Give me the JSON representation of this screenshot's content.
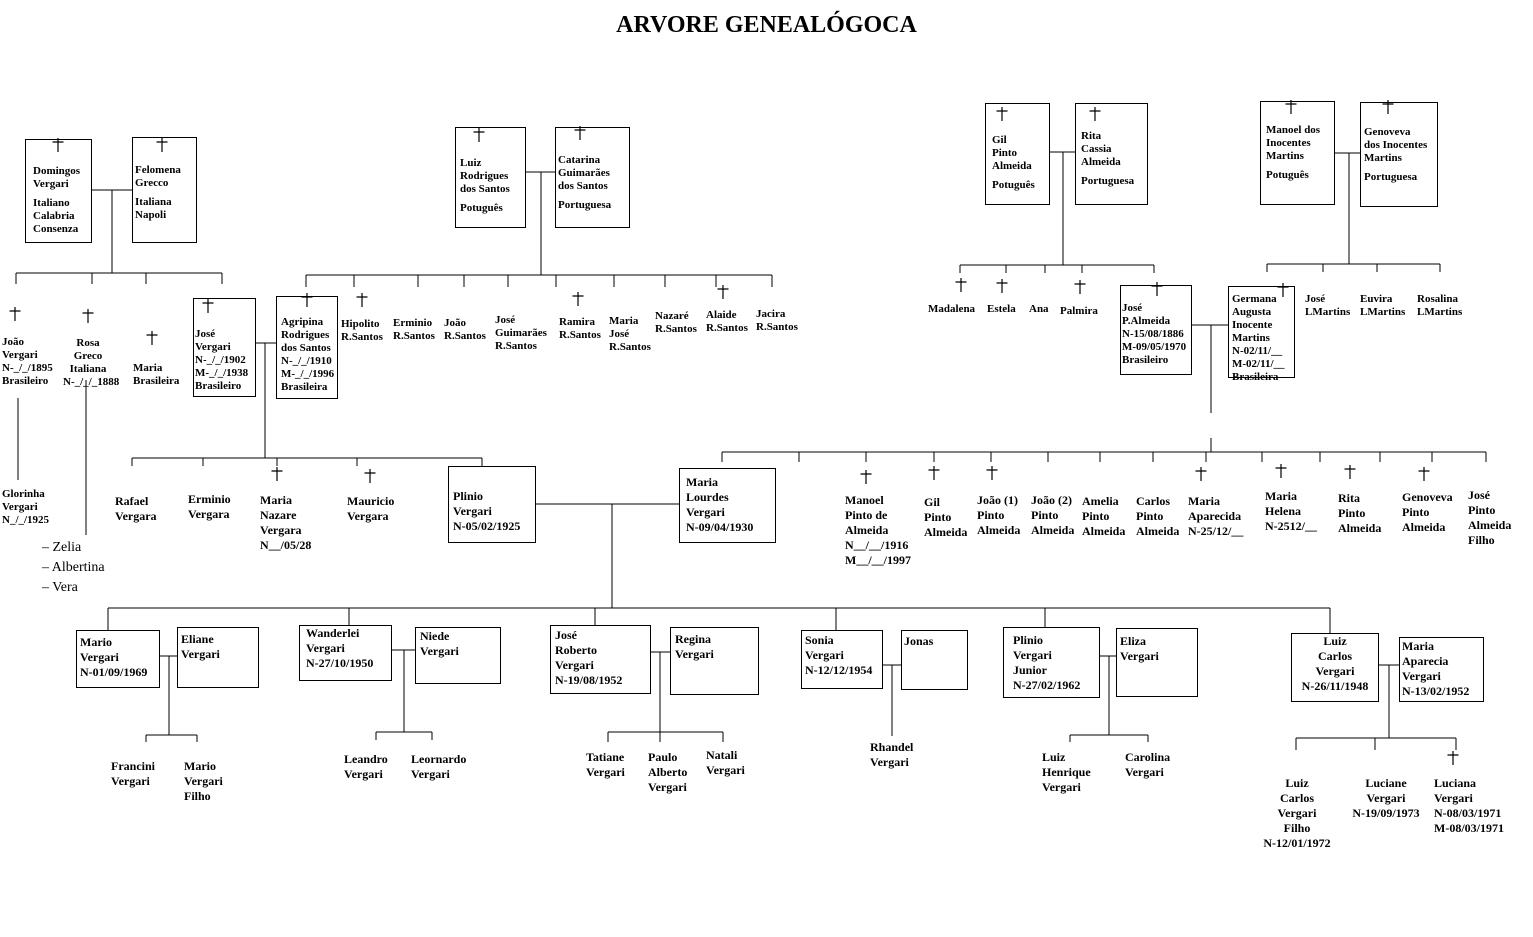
{
  "title": "ARVORE GENEALÓGOCA",
  "cross_icon": "latin-cross-icon",
  "line_color": "#000000",
  "people": [
    {
      "id": "domingos",
      "lines": [
        "Domingos",
        "Vergari",
        "",
        "Italiano",
        "Calabria",
        "Consenza"
      ],
      "deceased": true
    },
    {
      "id": "felomena",
      "lines": [
        "Felomena",
        "Grecco",
        "",
        "Italiana",
        "Napoli"
      ],
      "deceased": true
    },
    {
      "id": "joao-v",
      "lines": [
        "João",
        "Vergari",
        "N-_/_/1895",
        "Brasileiro"
      ],
      "deceased": true
    },
    {
      "id": "rosa",
      "lines": [
        "Rosa",
        "Greco",
        "Italiana",
        "N-_/_/_1888"
      ],
      "deceased": true
    },
    {
      "id": "maria-b",
      "lines": [
        "Maria",
        "Brasileira"
      ],
      "deceased": true
    },
    {
      "id": "jose-v",
      "lines": [
        "José",
        "Vergari",
        "N-_/_/1902",
        "M-_/_/1938",
        "Brasileiro"
      ],
      "deceased": true
    },
    {
      "id": "glorinha",
      "lines": [
        "Glorinha",
        "Vergari",
        "N_/_/1925"
      ],
      "deceased": false
    },
    {
      "id": "luiz-rs",
      "lines": [
        "Luiz",
        "Rodrigues",
        "dos Santos",
        "",
        "Potuguês"
      ],
      "deceased": true
    },
    {
      "id": "catarina",
      "lines": [
        "Catarina",
        "Guimarães",
        "dos Santos",
        "",
        "Portuguesa"
      ],
      "deceased": true
    },
    {
      "id": "agripina",
      "lines": [
        "Agripina",
        "Rodrigues",
        "dos Santos",
        "N-_/_/1910",
        "M-_/_/1996",
        "Brasileira"
      ],
      "deceased": true
    },
    {
      "id": "hipolito",
      "lines": [
        "Hipolito",
        "R.Santos"
      ],
      "deceased": true
    },
    {
      "id": "erminio-rs",
      "lines": [
        "Erminio",
        "R.Santos"
      ],
      "deceased": false
    },
    {
      "id": "joao-rs",
      "lines": [
        "João",
        "R.Santos"
      ],
      "deceased": false
    },
    {
      "id": "jose-grs",
      "lines": [
        "José",
        "Guimarães",
        "R.Santos"
      ],
      "deceased": false
    },
    {
      "id": "ramira",
      "lines": [
        "Ramira",
        "R.Santos"
      ],
      "deceased": true
    },
    {
      "id": "maria-jrs",
      "lines": [
        "Maria",
        "José",
        "R.Santos"
      ],
      "deceased": false
    },
    {
      "id": "nazare-rs",
      "lines": [
        "Nazaré",
        "R.Santos"
      ],
      "deceased": false
    },
    {
      "id": "alaide",
      "lines": [
        "Alaide",
        "R.Santos"
      ],
      "deceased": true
    },
    {
      "id": "jacira",
      "lines": [
        "Jacira",
        "R.Santos"
      ],
      "deceased": false
    },
    {
      "id": "rafael",
      "lines": [
        "Rafael",
        "Vergara"
      ],
      "deceased": false
    },
    {
      "id": "erminio-v",
      "lines": [
        "Erminio",
        "Vergara"
      ],
      "deceased": false
    },
    {
      "id": "maria-nv",
      "lines": [
        "Maria",
        "Nazare",
        "Vergara",
        "N__/05/28"
      ],
      "deceased": true
    },
    {
      "id": "mauricio",
      "lines": [
        "Mauricio",
        "Vergara"
      ],
      "deceased": true
    },
    {
      "id": "plinio",
      "lines": [
        "Plinio",
        "Vergari",
        "N-05/02/1925"
      ],
      "deceased": false
    },
    {
      "id": "maria-lv",
      "lines": [
        "Maria",
        "Lourdes",
        "Vergari",
        "N-09/04/1930"
      ],
      "deceased": false
    },
    {
      "id": "gil-pa",
      "lines": [
        "Gil",
        "Pinto",
        "Almeida",
        "",
        "Potuguês"
      ],
      "deceased": true
    },
    {
      "id": "rita-ca",
      "lines": [
        "Rita",
        "Cassia",
        "Almeida",
        "",
        "Portuguesa"
      ],
      "deceased": true
    },
    {
      "id": "madalena",
      "lines": [
        "Madalena"
      ],
      "deceased": true
    },
    {
      "id": "estela",
      "lines": [
        "Estela"
      ],
      "deceased": true
    },
    {
      "id": "ana",
      "lines": [
        "Ana"
      ],
      "deceased": false
    },
    {
      "id": "palmira",
      "lines": [
        "Palmira"
      ],
      "deceased": true
    },
    {
      "id": "jose-pa",
      "lines": [
        "José",
        "P.Almeida",
        "N-15/08/1886",
        "M-09/05/1970",
        "Brasileiro"
      ],
      "deceased": true
    },
    {
      "id": "manoel-im",
      "lines": [
        "Manoel dos",
        "Inocentes",
        "Martins",
        "",
        "Potuguês"
      ],
      "deceased": true
    },
    {
      "id": "genoveva-im",
      "lines": [
        "Genoveva",
        "dos Inocentes",
        "Martins",
        "",
        "Portuguesa"
      ],
      "deceased": true
    },
    {
      "id": "germana",
      "lines": [
        "Germana",
        "Augusta",
        "Inocente",
        "Martins",
        "N-02/11/__",
        "M-02/11/__",
        "Brasileira"
      ],
      "deceased": true
    },
    {
      "id": "jose-lm",
      "lines": [
        "José",
        "LMartins"
      ],
      "deceased": false
    },
    {
      "id": "euvira",
      "lines": [
        "Euvira",
        "LMartins"
      ],
      "deceased": false
    },
    {
      "id": "rosalina",
      "lines": [
        "Rosalina",
        "LMartins"
      ],
      "deceased": false
    },
    {
      "id": "manoel-pa",
      "lines": [
        "Manoel",
        "Pinto de",
        "Almeida",
        "N__/__/1916",
        "M__/__/1997"
      ],
      "deceased": true
    },
    {
      "id": "gil-p",
      "lines": [
        "Gil",
        "Pinto",
        "Almeida"
      ],
      "deceased": true
    },
    {
      "id": "joao1",
      "lines": [
        "João (1)",
        "Pinto",
        "Almeida"
      ],
      "deceased": true
    },
    {
      "id": "joao2",
      "lines": [
        "João (2)",
        "Pinto",
        "Almeida"
      ],
      "deceased": false
    },
    {
      "id": "amelia",
      "lines": [
        "Amelia",
        "Pinto",
        "Almeida"
      ],
      "deceased": false
    },
    {
      "id": "carlos-pa",
      "lines": [
        "Carlos",
        "Pinto",
        "Almeida"
      ],
      "deceased": false
    },
    {
      "id": "maria-ap",
      "lines": [
        "Maria",
        "Aparecida",
        "N-25/12/__"
      ],
      "deceased": true
    },
    {
      "id": "maria-h",
      "lines": [
        "Maria",
        "Helena",
        "N-2512/__"
      ],
      "deceased": true
    },
    {
      "id": "rita-pa",
      "lines": [
        "Rita",
        "Pinto",
        "Almeida"
      ],
      "deceased": true
    },
    {
      "id": "genoveva-pa",
      "lines": [
        "Genoveva",
        "Pinto",
        "Almeida"
      ],
      "deceased": true
    },
    {
      "id": "jose-paf",
      "lines": [
        "José",
        "Pinto",
        "Almeida",
        "Filho"
      ],
      "deceased": false
    },
    {
      "id": "mario-v",
      "lines": [
        "Mario",
        "Vergari",
        "N-01/09/1969"
      ],
      "deceased": false
    },
    {
      "id": "eliane",
      "lines": [
        "Eliane",
        "Vergari"
      ],
      "deceased": false
    },
    {
      "id": "wanderlei",
      "lines": [
        "Wanderlei",
        "Vergari",
        "N-27/10/1950"
      ],
      "deceased": false
    },
    {
      "id": "niede",
      "lines": [
        "Niede",
        "Vergari"
      ],
      "deceased": false
    },
    {
      "id": "jose-rv",
      "lines": [
        "José",
        "Roberto",
        "Vergari",
        "N-19/08/1952"
      ],
      "deceased": false
    },
    {
      "id": "regina",
      "lines": [
        "Regina",
        "Vergari"
      ],
      "deceased": false
    },
    {
      "id": "sonia",
      "lines": [
        "Sonia",
        "Vergari",
        "N-12/12/1954"
      ],
      "deceased": false
    },
    {
      "id": "jonas",
      "lines": [
        "Jonas"
      ],
      "deceased": false
    },
    {
      "id": "plinio-jr",
      "lines": [
        "Plinio",
        "Vergari",
        "Junior",
        "N-27/02/1962"
      ],
      "deceased": false
    },
    {
      "id": "eliza",
      "lines": [
        "Eliza",
        "Vergari"
      ],
      "deceased": false
    },
    {
      "id": "luiz-cv",
      "lines": [
        "Luiz",
        "Carlos",
        "Vergari",
        "N-26/11/1948"
      ],
      "deceased": false
    },
    {
      "id": "maria-av",
      "lines": [
        "Maria",
        "Aparecia",
        "Vergari",
        "N-13/02/1952"
      ],
      "deceased": false
    },
    {
      "id": "francini",
      "lines": [
        "Francini",
        "Vergari"
      ],
      "deceased": false
    },
    {
      "id": "mario-vf",
      "lines": [
        "Mario",
        "Vergari",
        "Filho"
      ],
      "deceased": false
    },
    {
      "id": "leandro",
      "lines": [
        "Leandro",
        "Vergari"
      ],
      "deceased": false
    },
    {
      "id": "leornardo",
      "lines": [
        "Leornardo",
        "Vergari"
      ],
      "deceased": false
    },
    {
      "id": "tatiane",
      "lines": [
        "Tatiane",
        "Vergari"
      ],
      "deceased": false
    },
    {
      "id": "paulo",
      "lines": [
        "Paulo",
        "Alberto",
        "Vergari"
      ],
      "deceased": false
    },
    {
      "id": "natali",
      "lines": [
        "Natali",
        "Vergari"
      ],
      "deceased": false
    },
    {
      "id": "rhandel",
      "lines": [
        "Rhandel",
        "Vergari"
      ],
      "deceased": false
    },
    {
      "id": "luiz-h",
      "lines": [
        "Luiz",
        "Henrique",
        "Vergari"
      ],
      "deceased": false
    },
    {
      "id": "carolina",
      "lines": [
        "Carolina",
        "Vergari"
      ],
      "deceased": false
    },
    {
      "id": "luiz-cvf",
      "lines": [
        "Luiz",
        "Carlos",
        "Vergari",
        "Filho",
        "N-12/01/1972"
      ],
      "deceased": false
    },
    {
      "id": "luciane",
      "lines": [
        "Luciane",
        "Vergari",
        "N-19/09/1973"
      ],
      "deceased": false
    },
    {
      "id": "luciana",
      "lines": [
        "Luciana",
        "Vergari",
        "N-08/03/1971",
        "M-08/03/1971"
      ],
      "deceased": true
    },
    {
      "id": "rosa-children",
      "lines": [
        "–  Zelia",
        "–  Albertina",
        "–  Vera"
      ],
      "deceased": false
    }
  ]
}
